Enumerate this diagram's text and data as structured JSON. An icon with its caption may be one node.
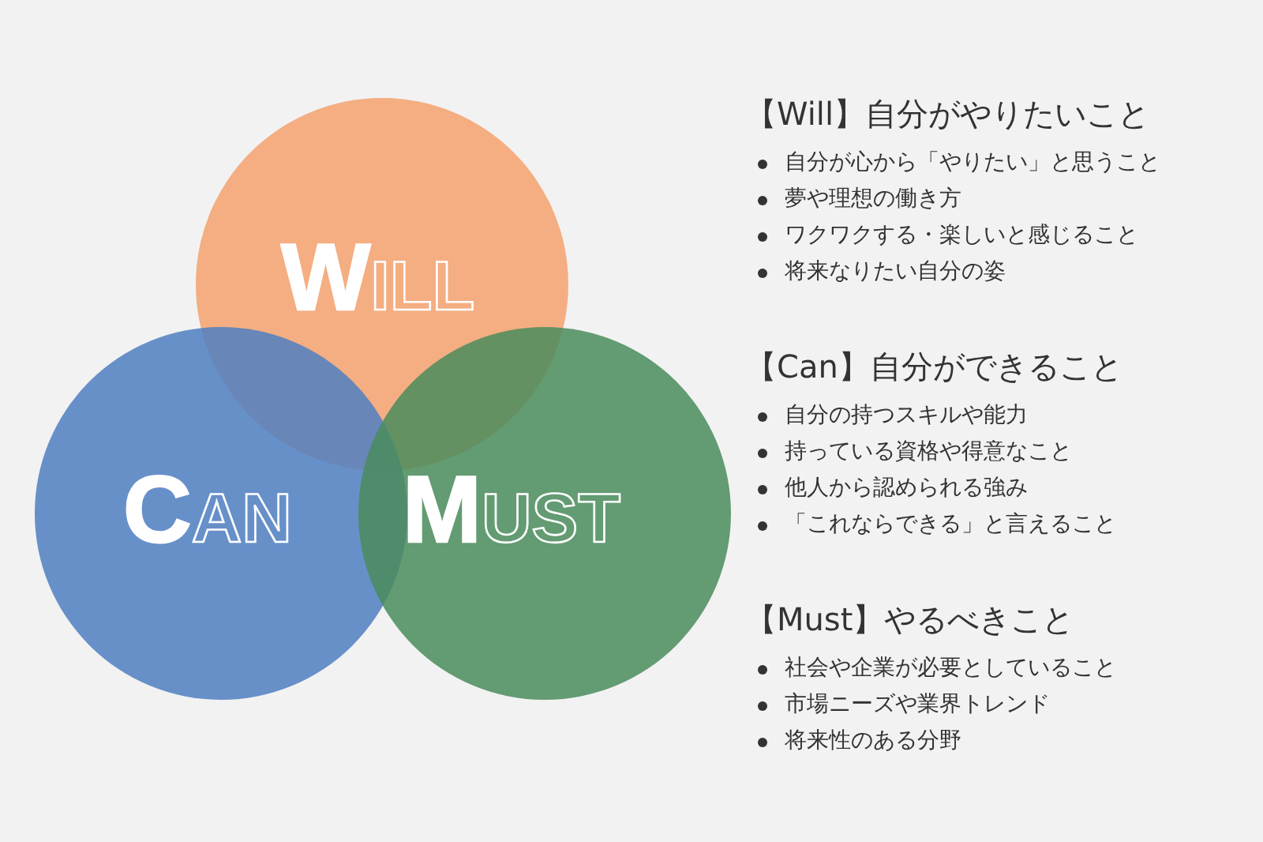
{
  "diagram": {
    "nodes": [
      {
        "text": [
          "WILL"
        ]
      },
      {
        "text": [
          "CAN"
        ]
      },
      {
        "text": [
          "MUST"
        ]
      }
    ],
    "labels": [
      "【Will】自分がやりたいこと",
      "自分が心から「やりたい」と思うこと",
      "夢や理想の働き方",
      "ワクワクする・楽しいと感じること",
      "将来なりたい自分の姿",
      "【Can】自分ができること",
      "自分の持つスキルや能力",
      "持っている資格や得意なこと",
      "他人から認められる強み",
      "「これならできる」と言えること",
      "【Must】やるべきこと",
      "社会や企業が必要としていること",
      "市場ニーズや業界トレンド",
      "将来性のある分野"
    ]
  }
}
